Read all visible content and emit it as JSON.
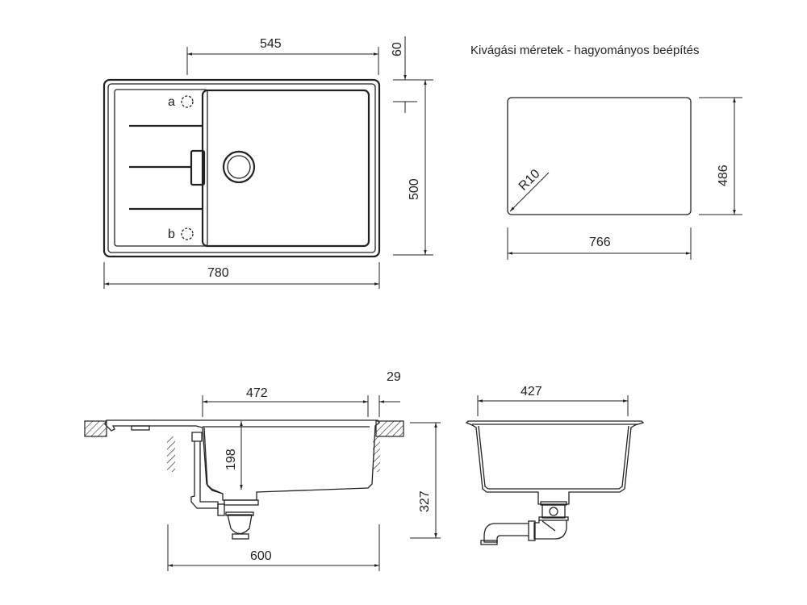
{
  "top_view": {
    "dim_width_bowl_offset": "545",
    "dim_top_edge": "60",
    "dim_depth": "500",
    "dim_total_width": "780",
    "tap_hole_a": "a",
    "tap_hole_b": "b"
  },
  "cutout": {
    "title": "Kivágási méretek - hagyományos beépítés",
    "dim_radius": "R10",
    "dim_height": "486",
    "dim_width": "766"
  },
  "side_section": {
    "dim_bowl_width": "472",
    "dim_rim": "29",
    "dim_bowl_depth": "198",
    "dim_total_height": "327",
    "dim_cabinet": "600"
  },
  "front_section": {
    "dim_bowl_width": "427"
  },
  "colors": {
    "line": "#222222",
    "background": "#ffffff"
  }
}
